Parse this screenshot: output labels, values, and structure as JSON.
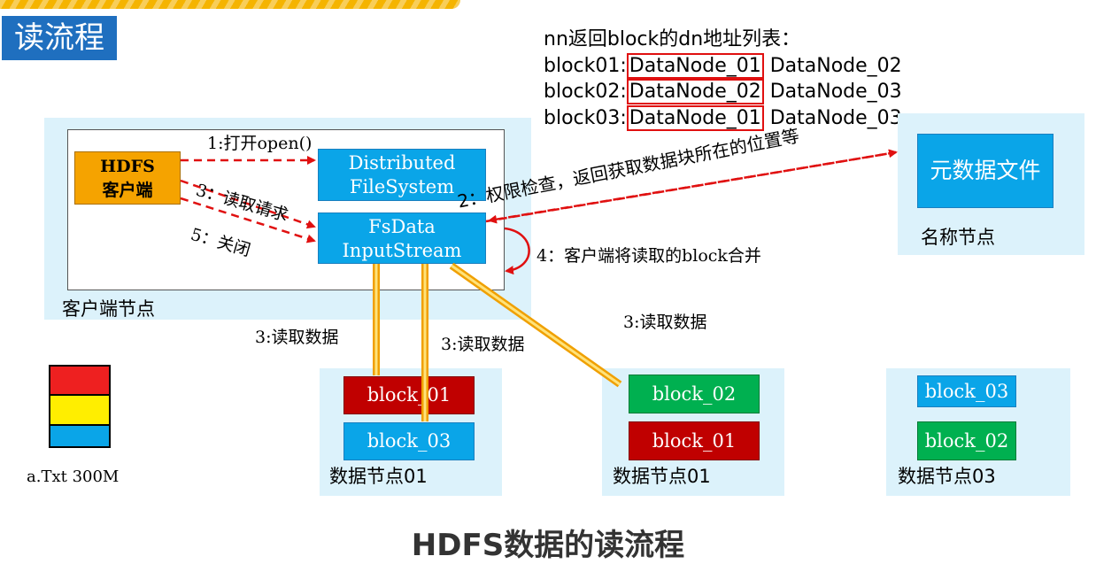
{
  "header": {
    "title": "读流程"
  },
  "namenode_list": {
    "heading": "nn返回block的dn地址列表：",
    "rows": [
      {
        "block": "block01:",
        "first": "DataNode_01",
        "second": "DataNode_02"
      },
      {
        "block": "block02:",
        "first": "DataNode_02",
        "second": "DataNode_03"
      },
      {
        "block": "block03:",
        "first": "DataNode_01",
        "second": "DataNode_03"
      }
    ]
  },
  "client_node": {
    "label": "客户端节点",
    "hdfs_client": {
      "line1": "HDFS",
      "line2": "客户端"
    },
    "distributed_fs": {
      "line1": "Distributed",
      "line2": "FileSystem"
    },
    "fsdata_stream": {
      "line1": "FsData",
      "line2": "InputStream"
    }
  },
  "arrows": {
    "open": "1:打开open()",
    "read_request": "3：读取请求",
    "close": "5：关闭",
    "permission": "2：权限检查，返回获取数据块所在的位置等",
    "merge": "4：客户端将读取的block合并",
    "read_data_1": "3:读取数据",
    "read_data_2": "3:读取数据",
    "read_data_3": "3:读取数据"
  },
  "name_node": {
    "file_label": "元数据文件",
    "label": "名称节点"
  },
  "data_nodes": [
    {
      "label": "数据节点01",
      "blocks": [
        {
          "name": "block_01",
          "color": "#c00000"
        },
        {
          "name": "block_03",
          "color": "#0aa5e8"
        }
      ]
    },
    {
      "label": "数据节点01",
      "blocks": [
        {
          "name": "block_02",
          "color": "#00b050"
        },
        {
          "name": "block_01",
          "color": "#c00000"
        }
      ]
    },
    {
      "label": "数据节点03",
      "blocks": [
        {
          "name": "block_03",
          "color": "#0aa5e8"
        },
        {
          "name": "block_02",
          "color": "#00b050"
        }
      ]
    }
  ],
  "file": {
    "label": "a.Txt  300M",
    "segment_colors": [
      "#ee2020",
      "#ffee00",
      "#0aa5e8"
    ]
  },
  "footer": {
    "title": "HDFS数据的读流程"
  }
}
